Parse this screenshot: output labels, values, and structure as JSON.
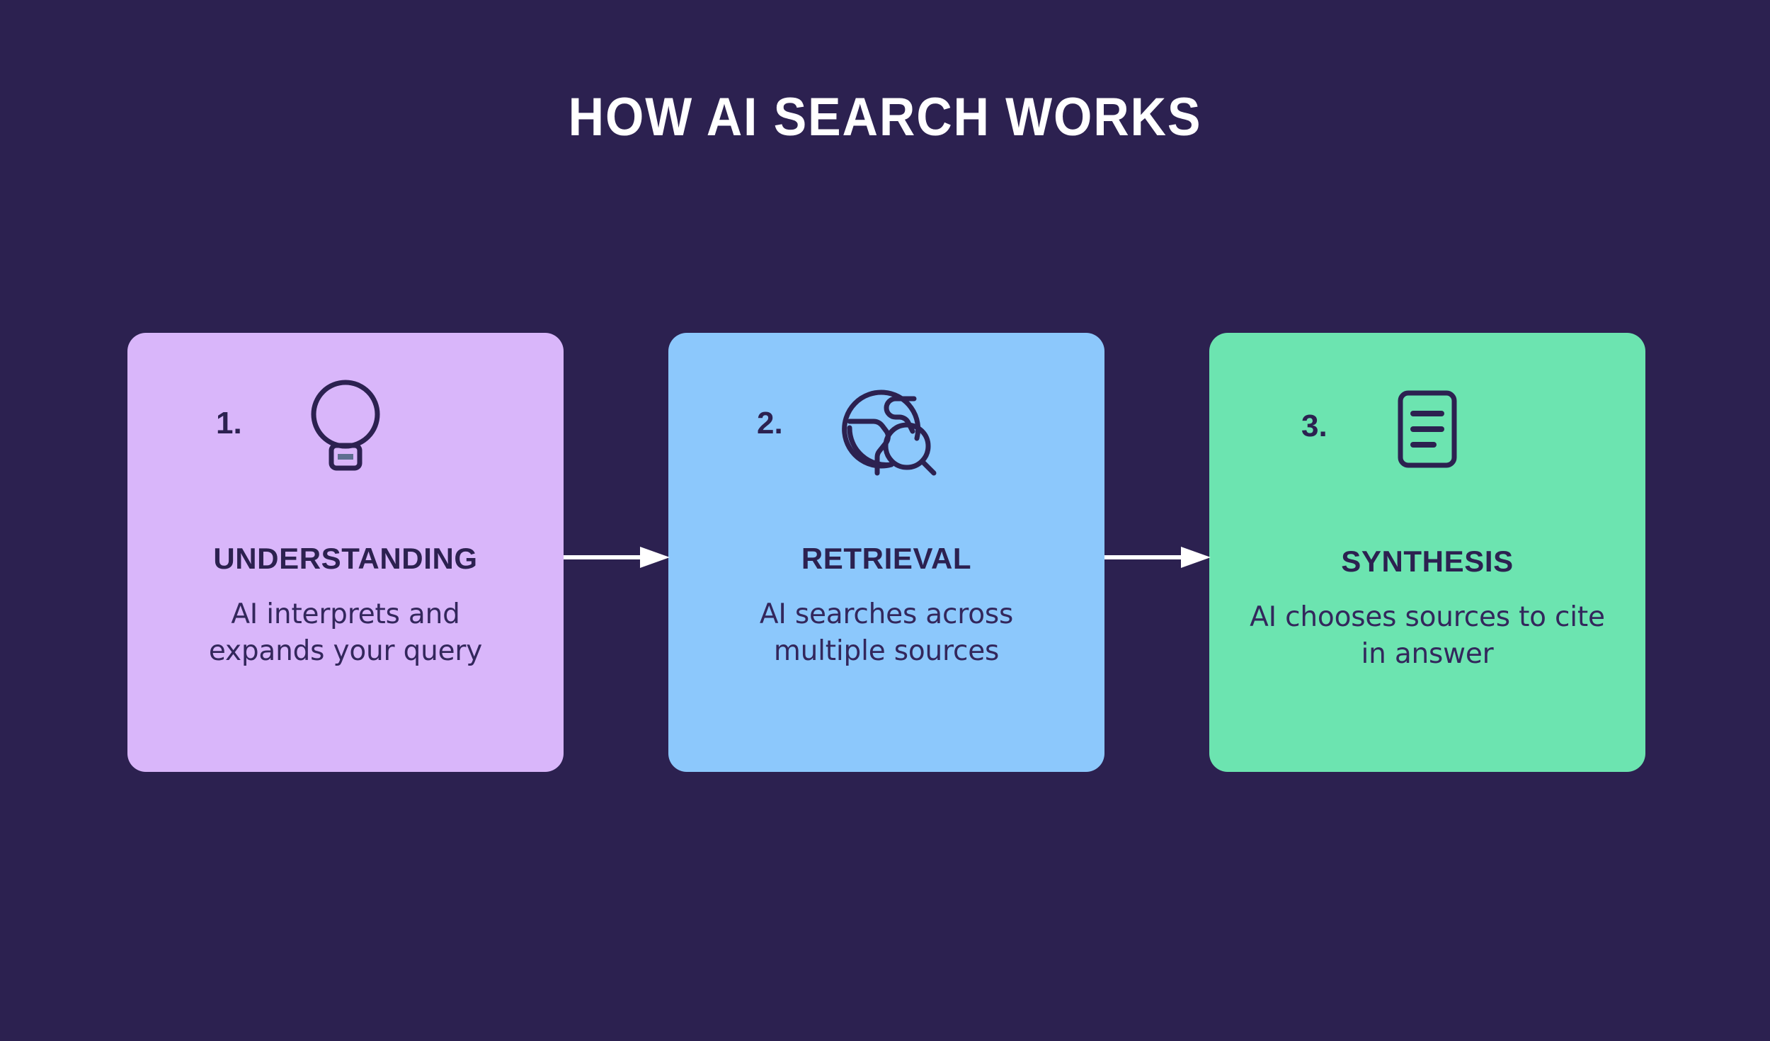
{
  "page": {
    "title": "HOW AI SEARCH WORKS",
    "background_color": "#2C2150",
    "title_color": "#FFFFFF",
    "text_color": "#2C2150",
    "arrow_color": "#FFFFFF"
  },
  "steps": [
    {
      "number": "1.",
      "title": "UNDERSTANDING",
      "description": "AI interprets and expands your query",
      "icon": "lightbulb-icon",
      "color": "#D9B6FA"
    },
    {
      "number": "2.",
      "title": "RETRIEVAL",
      "description": "AI searches across multiple sources",
      "icon": "globe-search-icon",
      "color": "#8CC8FC"
    },
    {
      "number": "3.",
      "title": "SYNTHESIS",
      "description": "AI chooses sources to cite in answer",
      "icon": "document-lines-icon",
      "color": "#6CE4B0"
    }
  ],
  "connectors": [
    {
      "name": "arrow-step1-to-step2"
    },
    {
      "name": "arrow-step2-to-step3"
    }
  ]
}
